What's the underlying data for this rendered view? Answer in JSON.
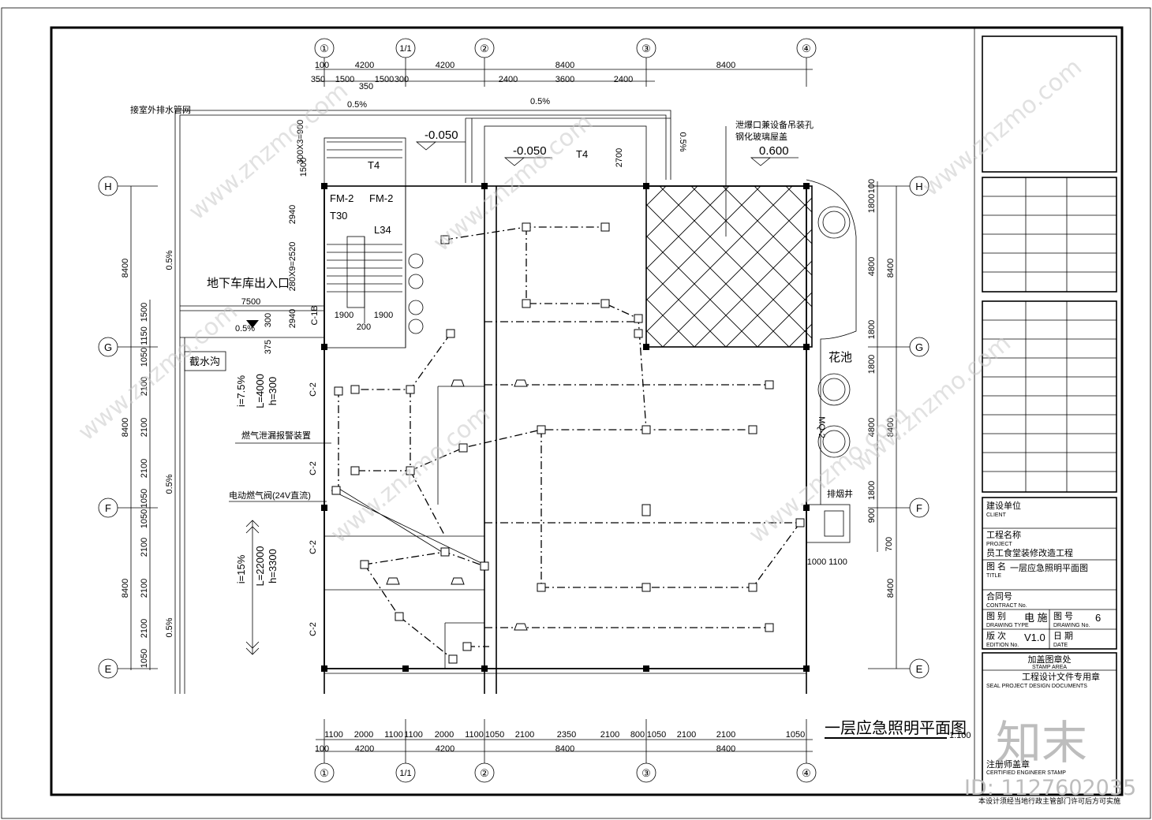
{
  "grid": {
    "columns": [
      "①",
      "1/1",
      "②",
      "③",
      "④"
    ],
    "rows": [
      "H",
      "G",
      "F",
      "E"
    ]
  },
  "dimensions": {
    "top_row1": [
      "100",
      "4200",
      "4200",
      "8400",
      "8400"
    ],
    "top_row2": [
      "350",
      "1500",
      "350",
      "1500",
      "300",
      "2400",
      "3600",
      "2400"
    ],
    "bottom_row1": [
      "1100",
      "2000",
      "1100",
      "1100",
      "2000",
      "1100",
      "1050",
      "2100",
      "2350",
      "2100",
      "800",
      "1050",
      "2100",
      "2100",
      "1050"
    ],
    "bottom_row2": [
      "100",
      "4200",
      "4200",
      "8400",
      "8400"
    ],
    "left_outer": [
      "8400",
      "8400",
      "8400"
    ],
    "left_inner": [
      "1500",
      "1150",
      "1050",
      "2100",
      "2100",
      "2100",
      "1050",
      "1050",
      "2100",
      "2100",
      "2100",
      "1050"
    ],
    "right_outer": [
      "8400",
      "8400",
      "8400"
    ],
    "right_inner": [
      "100",
      "1800",
      "4800",
      "1800",
      "1800",
      "4800",
      "1800",
      "900",
      "700"
    ],
    "stair": [
      "300X3=900",
      "1500",
      "2940",
      "280X9=2520",
      "2940",
      "1900",
      "1900",
      "200",
      "300",
      "375",
      "2700"
    ],
    "misc": [
      "7500",
      "1000",
      "1100"
    ]
  },
  "labels": {
    "drainage": "接室外排水管网",
    "garage_entrance": "地下车库出入口",
    "gutter": "截水沟",
    "gas_alarm": "燃气泄漏报警装置",
    "gas_valve": "电动燃气阀(24V直流)",
    "explosion_vent": "泄爆口兼设备吊装孔",
    "tempered_glass": "钢化玻璃屋盖",
    "flower_bed": "花池",
    "smoke_shaft": "排烟井",
    "elev1": "-0.050",
    "elev2": "-0.050",
    "elev3": "0.600",
    "fm1": "FM-2",
    "fm2": "FM-2",
    "t4a": "T4",
    "t4b": "T4",
    "t30": "T30",
    "l34": "L34",
    "c1b": "C-1B",
    "c2": "C-2",
    "mq2": "MQ-2",
    "slope1": "0.5%",
    "slope2": "0.5%",
    "slope_v": "0.5%",
    "ramp1_i": "i=7.5%",
    "ramp1_l": "L=4000",
    "ramp1_h": "h=300",
    "ramp2_i": "i=15%",
    "ramp2_l": "L=22000",
    "ramp2_h": "h=3300"
  },
  "drawing_title": "一层应急照明平面图",
  "scale": "1:100",
  "title_block": {
    "client_label": "建设单位",
    "client_en": "CLIENT",
    "project_label": "工程名称",
    "project_en": "PROJECT",
    "project_name": "员工食堂装修改造工程",
    "title_label": "图 名",
    "title_en": "TITLE",
    "title_value": "一层应急照明平面图",
    "contract_label": "合同号",
    "contract_en": "CONTRACT No.",
    "drawing_type_label": "图 别",
    "drawing_type_en": "DRAWING TYPE",
    "drawing_type_value": "电 施",
    "drawing_no_label": "图 号",
    "drawing_no_en": "DRAWING No.",
    "drawing_no_value": "6",
    "edition_label": "版 次",
    "edition_en": "EDITION No.",
    "edition_value": "V1.0",
    "date_label": "日 期",
    "date_en": "DATE",
    "stamp_label": "加盖图章处",
    "stamp_en": "STAMP AREA",
    "seal_label": "工程设计文件专用章",
    "seal_en": "SEAL PROJECT DESIGN DOCUMENTS",
    "engineer_label": "注册师盖章",
    "engineer_en": "CERTIFIED ENGINEER STAMP",
    "footer_note": "本设计须经当地行政主管部门许可后方可实施"
  },
  "watermark": {
    "brand": "知末",
    "id_text": "ID: 1127602035",
    "site": "www.znzmo.com"
  }
}
